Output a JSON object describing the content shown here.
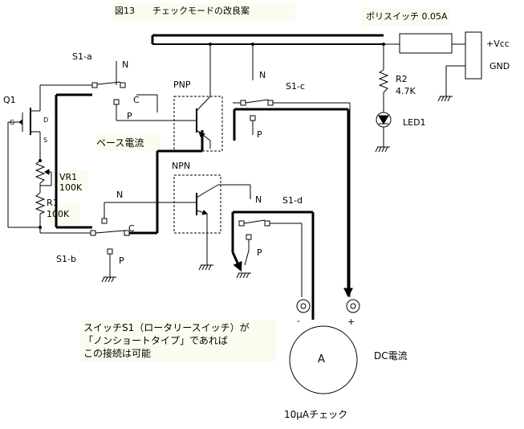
{
  "title": "図13　　チェックモードの改良案",
  "fuse_label": "ポリスイッチ 0.05A",
  "vcc_label": "+Vcc",
  "gnd_label": "GND",
  "r2_name": "R2",
  "r2_value": "4.7K",
  "led_label": "LED1",
  "q1_label": "Q1",
  "q1_g": "G",
  "q1_d": "D",
  "q1_s": "S",
  "vr1_name": "VR1",
  "vr1_value": "100K",
  "r1_name": "R1",
  "r1_value": "100K",
  "base_current": "ベース電流",
  "pnp_label": "PNP",
  "npn_label": "NPN",
  "s1a_label": "S1-a",
  "s1b_label": "S1-b",
  "s1c_label": "S1-c",
  "s1d_label": "S1-d",
  "n_label": "N",
  "p_label": "P",
  "c_label": "C",
  "minus_label": "-",
  "plus_label": "+",
  "meter_symbol": "A",
  "dc_current": "DC電流",
  "meter_check": "10μAチェック",
  "note_line1": "スイッチS1（ロータリースイッチ）が",
  "note_line2": "「ノンショートタイプ」であれば",
  "note_line3": "この接続は可能",
  "colors": {
    "wire": "#000000",
    "bg": "#ffffff",
    "label_bg": "#fbfbef"
  }
}
